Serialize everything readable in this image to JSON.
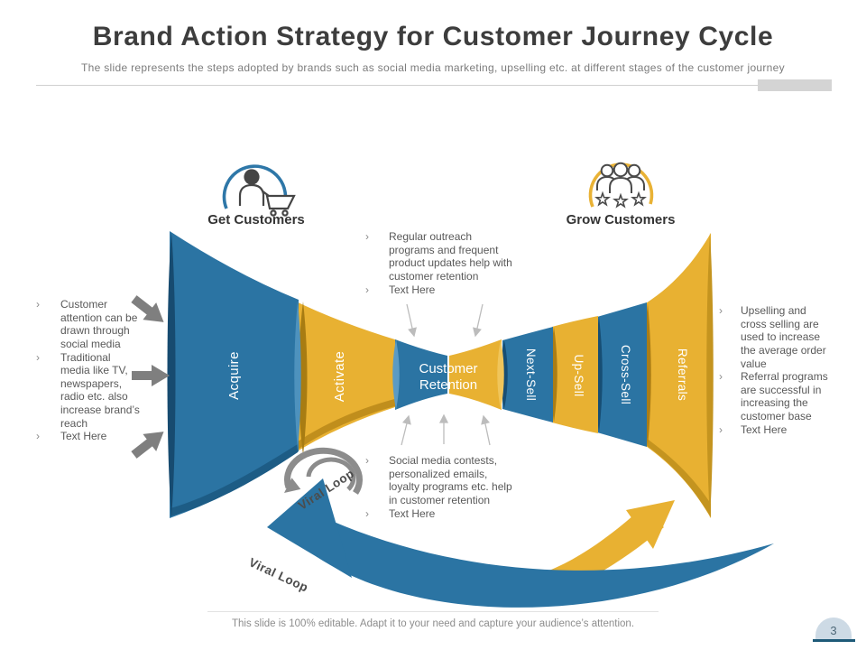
{
  "slide": {
    "title": "Brand Action Strategy for Customer Journey Cycle",
    "subtitle": "The slide represents the steps adopted by brands such as social media marketing, upselling etc. at different stages of the customer journey",
    "footer": "This slide is 100% editable. Adapt it to your need and capture your audience’s attention.",
    "page_number": "3"
  },
  "chars": {
    "bullet": "›"
  },
  "groups": {
    "get_customers": "Get Customers",
    "grow_customers": "Grow Customers"
  },
  "funnel": {
    "acquire": "Acquire",
    "activate": "Activate",
    "retention_line1": "Customer",
    "retention_line2": "Retention",
    "next_sell": "Next-Sell",
    "up_sell": "Up-Sell",
    "cross_sell": "Cross-Sell",
    "referrals": "Referrals"
  },
  "viral_loop": {
    "label_small": "Viral Loop",
    "label_large": "Viral Loop"
  },
  "annotations": {
    "left": {
      "items": [
        "Customer attention can be drawn through social media",
        "Traditional media like TV, newspapers, radio etc. also increase brand’s reach",
        "Text Here"
      ]
    },
    "top": {
      "items": [
        "Regular outreach programs and frequent product updates help with customer retention",
        "Text Here"
      ]
    },
    "bottom": {
      "items": [
        "Social media contests, personalized emails, loyalty programs etc. help in customer retention",
        "Text Here"
      ]
    },
    "right": {
      "items": [
        "Upselling and cross selling are used to increase the average order value",
        "Referral programs are successful in increasing the customer base",
        "Text Here"
      ]
    }
  },
  "colors": {
    "blue": "#2b74a3",
    "blue_dark": "#174e74",
    "yellow": "#e8b132",
    "yellow_dark": "#ab7d15",
    "arrow_gray": "#7f7f7f",
    "accent_line": "#1e5a78"
  }
}
